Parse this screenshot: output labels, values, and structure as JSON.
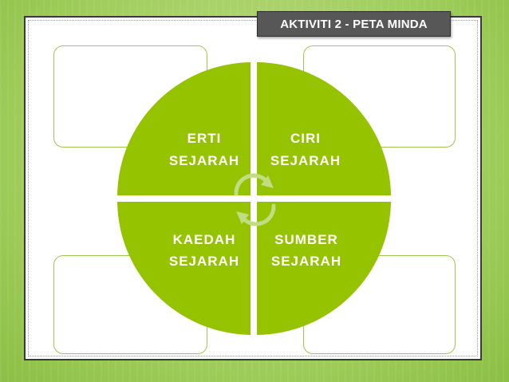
{
  "title": "AKTIVITI 2  - PETA MINDA",
  "quadrants": {
    "top_left": {
      "line1": "ERTI",
      "line2": "SEJARAH"
    },
    "top_right": {
      "line1": "CIRI",
      "line2": "SEJARAH"
    },
    "bottom_left": {
      "line1": "KAEDAH",
      "line2": "SEJARAH"
    },
    "bottom_right": {
      "line1": "SUMBER",
      "line2": "SEJARAH"
    }
  },
  "colors": {
    "quadrant_fill": "#96c300",
    "arrow": "#c2dc83",
    "box_border": "#9fc74f",
    "title_bg": "#575757"
  }
}
